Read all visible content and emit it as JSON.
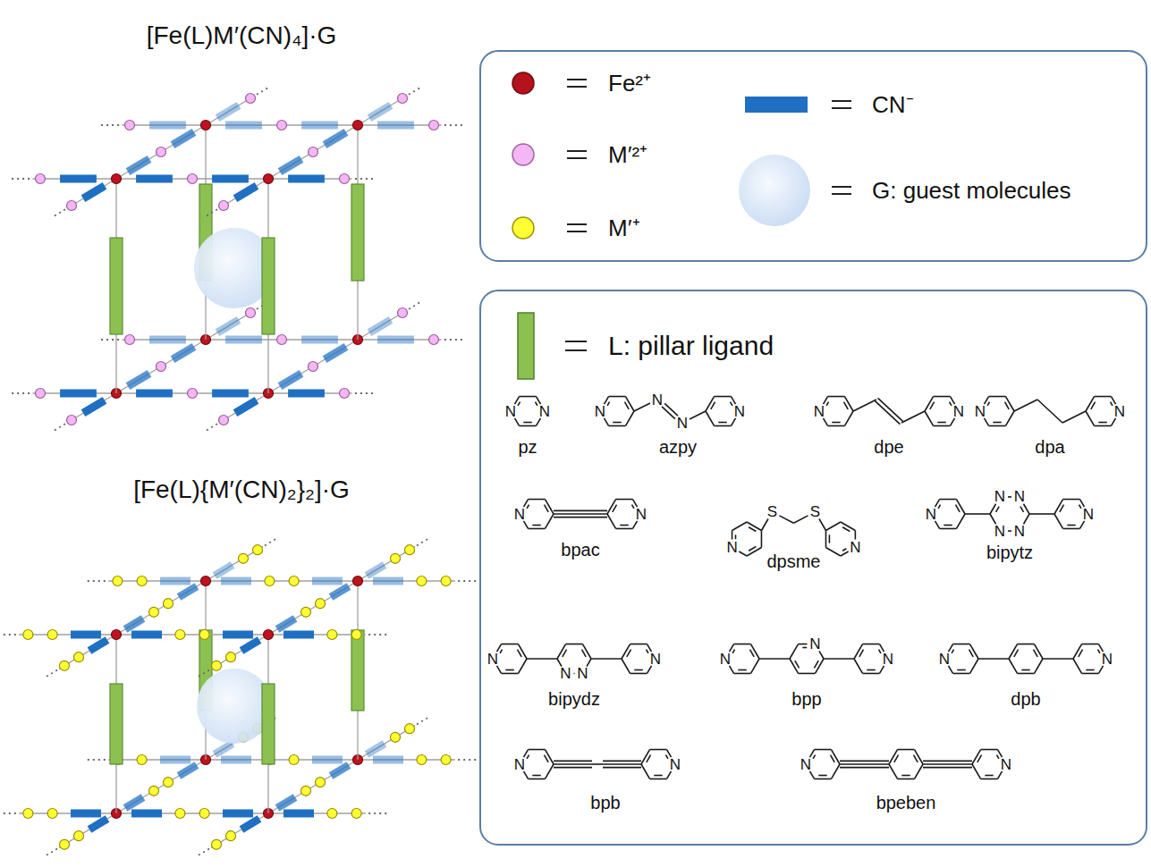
{
  "diagram": {
    "labels": [
      "[Fe(L)M′(CN)₄]·G",
      "[Fe(L){M′(CN)₂}₂]·G",
      "N",
      "N",
      "pz",
      "N",
      "N",
      "N",
      "N",
      "azpy",
      "N",
      "N",
      "dpe",
      "N",
      "N",
      "dpa",
      "N",
      "N",
      "bpac",
      "N",
      "S",
      "S",
      "N",
      "dpsme",
      "N",
      "N",
      "N",
      "N",
      "N",
      "N",
      "bipytz",
      "N",
      "N",
      "N",
      "N",
      "bipydz",
      "N",
      "N",
      "N",
      "bpp",
      "N",
      "N",
      "dpb",
      "N",
      "N",
      "bpb",
      "N",
      "N",
      "bpeben"
    ],
    "legend": [
      {
        "text": "Fe²⁺",
        "color": "#b5121b"
      },
      {
        "text": "CN⁻",
        "color": "#1f6fc2"
      },
      {
        "text": "M′²⁺",
        "color": "#f4b6f4"
      },
      {
        "text": "G: guest molecules",
        "color": "#c9dcf4"
      },
      {
        "text": "M′⁺",
        "color": "#ffff33"
      },
      {
        "text": "L: pillar ligand",
        "color": "#8cc152"
      }
    ]
  }
}
